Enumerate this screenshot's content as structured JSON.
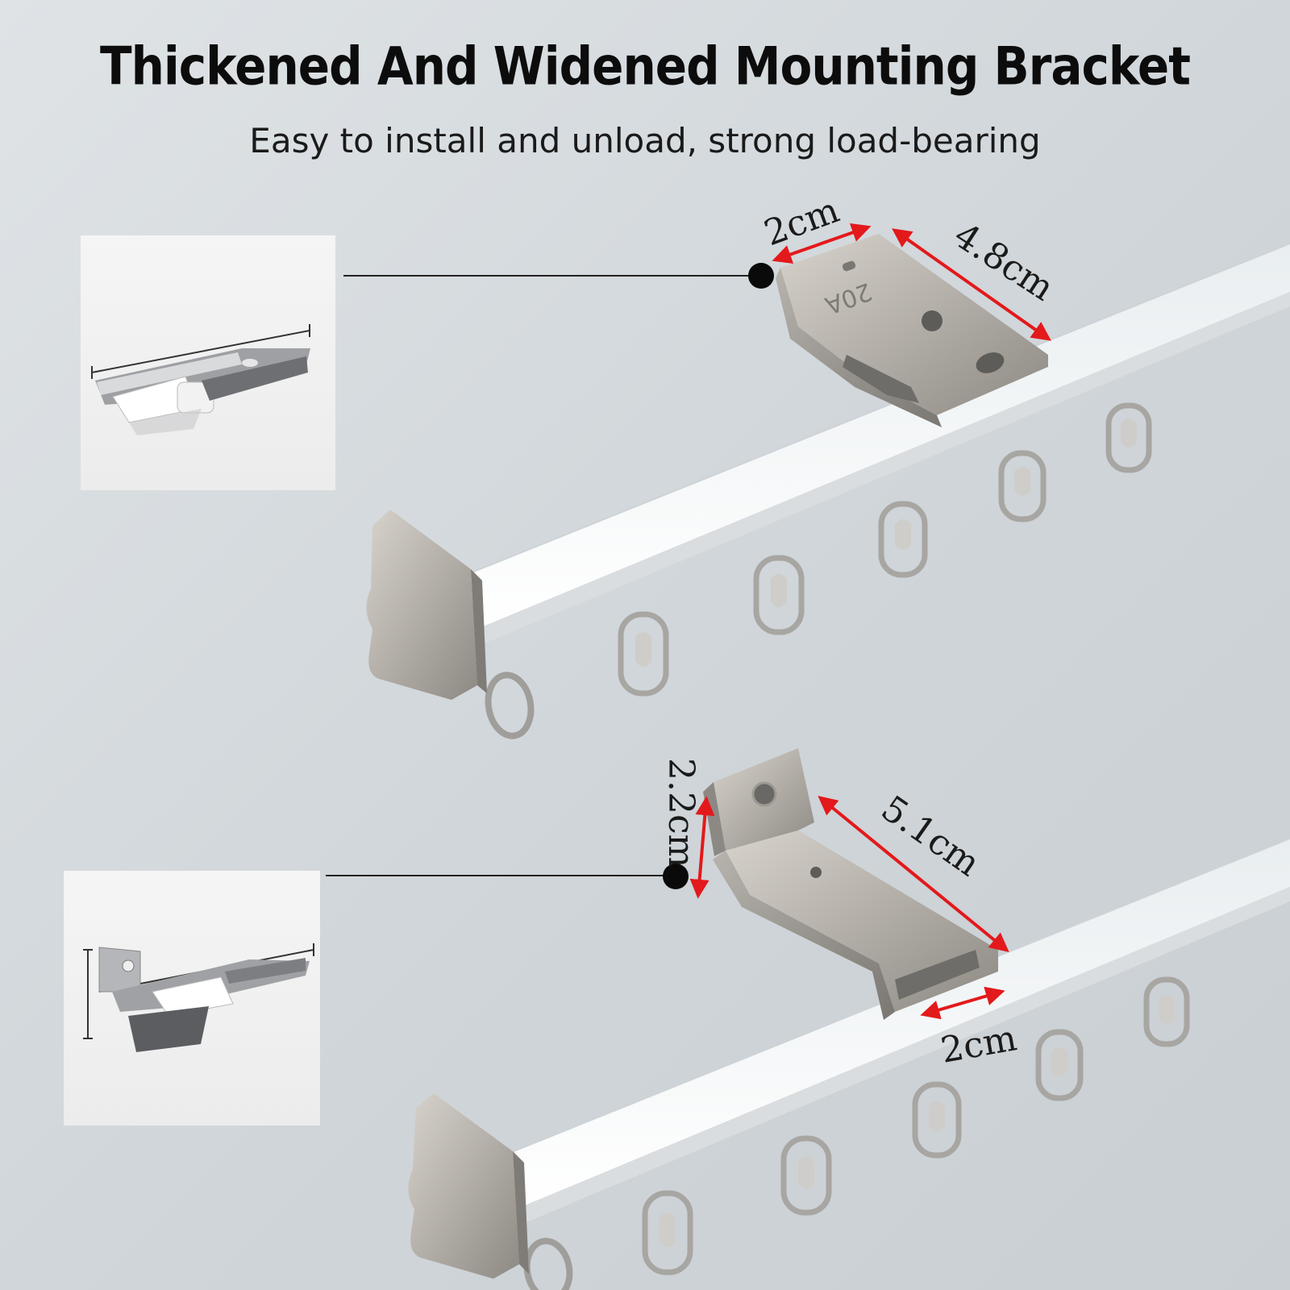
{
  "headline": "Thickened And Widened Mounting Bracket",
  "subheadline": "Easy to install and unload, strong load-bearing",
  "bracket_top": {
    "width_label": "2cm",
    "length_label": "4.8cm",
    "stamp": "20A"
  },
  "bracket_bottom": {
    "height_label": "2.2cm",
    "length_label": "5.1cm",
    "width_label": "2cm"
  },
  "colors": {
    "arrow": "#e3191b",
    "rail": "#f4f6f7",
    "steel": "#b9b6b0"
  }
}
